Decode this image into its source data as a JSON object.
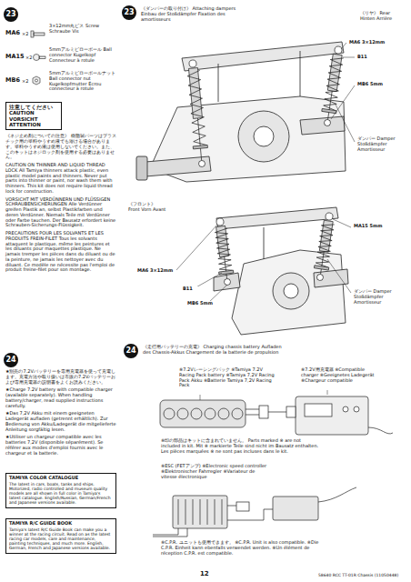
{
  "diagram": {
    "nodes": [
      {
        "text": [
          "23"
        ]
      },
      {
        "text": [
          "注意してください CAUTION VORSICHT ATTENTION"
        ]
      },
      {
        "text": [
          "24"
        ]
      },
      {
        "text": [
          "TAMIYA COLOR CATALOGUE",
          "The latest in cars, boats, tanks and ships. Motorized, radio controlled and museum quality models are all shown in full color in Tamiya's latest catalogue. English/Russian, German/French and Japanese versions available."
        ]
      },
      {
        "text": [
          "TAMIYA R/C GUIDE BOOK",
          "Tamiya's latest R/C Guide Book can make you a winner at the racing circuit. Read on as the latest racing car models, care and maintenance, painting techniques, and much more. English, German, French and Japanese versions available."
        ]
      },
      {
        "text": [
          "23"
        ]
      },
      {
        "text": [
          "24"
        ]
      }
    ],
    "labels": [
      "3×12mm丸ビス Screw Schraube Vis",
      "MA6",
      "×2",
      "5mmアルミピローボール Ball connector Kugelkopf Connecteur à rotule",
      "MA15",
      "×2",
      "5mmアルミピローボールナット Ball connector nut Kugelkopfmutter Écrou connecteur à rotule",
      "MB6",
      "×2",
      "《ネジ止め剤についての注意》 樹脂製パーツはプラスチック用の塗料やうすめ液でも溶ける場合があります。塗料やうすめ液は使用しないでください。また、このキットはネジロック剤を使用する必要はありません。",
      "CAUTION ON THINNER AND LIQUID THREAD LOCK All Tamiya thinners attack plastic, even plastic model paints and thinners. Never put parts into thinner or paint, nor wash them with thinners. This kit does not require liquid thread lock for construction.",
      "VORSICHT MIT VERDÜNNERN UND FLÜSSIGEN SCHRAUBENSICHERUNGEN Alle Verdünner greifen Plastik an, selbst Plastikfarben und deren Verdünner. Niemals Teile mit Verdünner oder Farbe tauchen. Der Bausatz erfordert keine Schrauben-Sicherungs-Flüssigkeit.",
      "PRECAUTIONS POUR LES SOLVANTS ET LES PRODUITS FREIN-FILET Tous les solvants attaquent le plastique, même les peintures et les diluants pour maquettes plastique. Ne jamais tremper les pièces dans du diluant ou de la peinture, ne jamais les nettoyer avec du diluant. Ce modèle ne nécessite pas l'emploi de produit freine-filet pour son montage.",
      "★別売の7.2Vバッテリーを専用充電器を使って充電します。充電方法や取り扱いは市販の7.2Vバッテリーおよび専用充電器の説明書をよくお読みください。",
      "★Charge 7.2V battery with compatible charger (available separately). When handling battery/charger, read supplied instructions carefully.",
      "★Das 7,2V Akku mit einem geeigneten Ladegerät aufladen (getrennt erhältlich). Zur Bedienung von Akku/Ladegerät die mitgelieferte Anleitung sorgfältig lesen.",
      "★Utiliser un chargeur compatible avec les batteries 7,2V (disponible séparément). Se référer aux modes d'emploi fournis avec le chargeur et la batterie.",
      "《リヤ》 Rear Hinten Arrière",
      "MA6 3×12mm",
      "B11",
      "MB6 5mm",
      "MA6 3×12mm",
      "B11",
      "MB6 5mm",
      "ダンパー Damper Stoßdämpfer Amortisseur",
      "《フロント》 Front Vorn Avant",
      "MA15 5mm",
      "ダンパー Damper Stoßdämpfer Amortisseur",
      "※7.2Vレーシングパック ※Tamiya 7.2V Racing Pack battery ※Tamiya 7,2V Racing Pack Akku ※Batterie Tamiya 7,2V Racing Pack",
      "※7.2V用充電器 ※Compatible charger ※Geeignetes Ladegerät ※Chargeur compatible",
      "※印の部品はキットに含まれていません。 Parts marked ※ are not included in kit. Mit ※ markierte Teile sind nicht im Bausatz enthalten. Les pièces marquées ※ ne sont pas incluses dans le kit.",
      "※ESC (FETアンプ) ※Electronic speed controller ※Elektronischer Fahrregler ※Variateur de vitesse électronique",
      "※C.P.R. ユニットも使用できます。 ※C.P.R. Unit is also compatible. ※Die C.P.R. Einheit kann ebenfalls verwendet werden. ※Un élément de réception C.P.R. est compatible.",
      "12",
      "58640 RCC TT-01R Chassis (11050448)",
      "《ダンパーの取り付け》 Attaching dampers Einbau der Stoßdämpfer Fixation des amortisseurs",
      "《走行用バッテリーの充電》 Charging chassis battery Aufladen des Chassis-Akkus Chargement de la batterie de propulsion"
    ]
  }
}
